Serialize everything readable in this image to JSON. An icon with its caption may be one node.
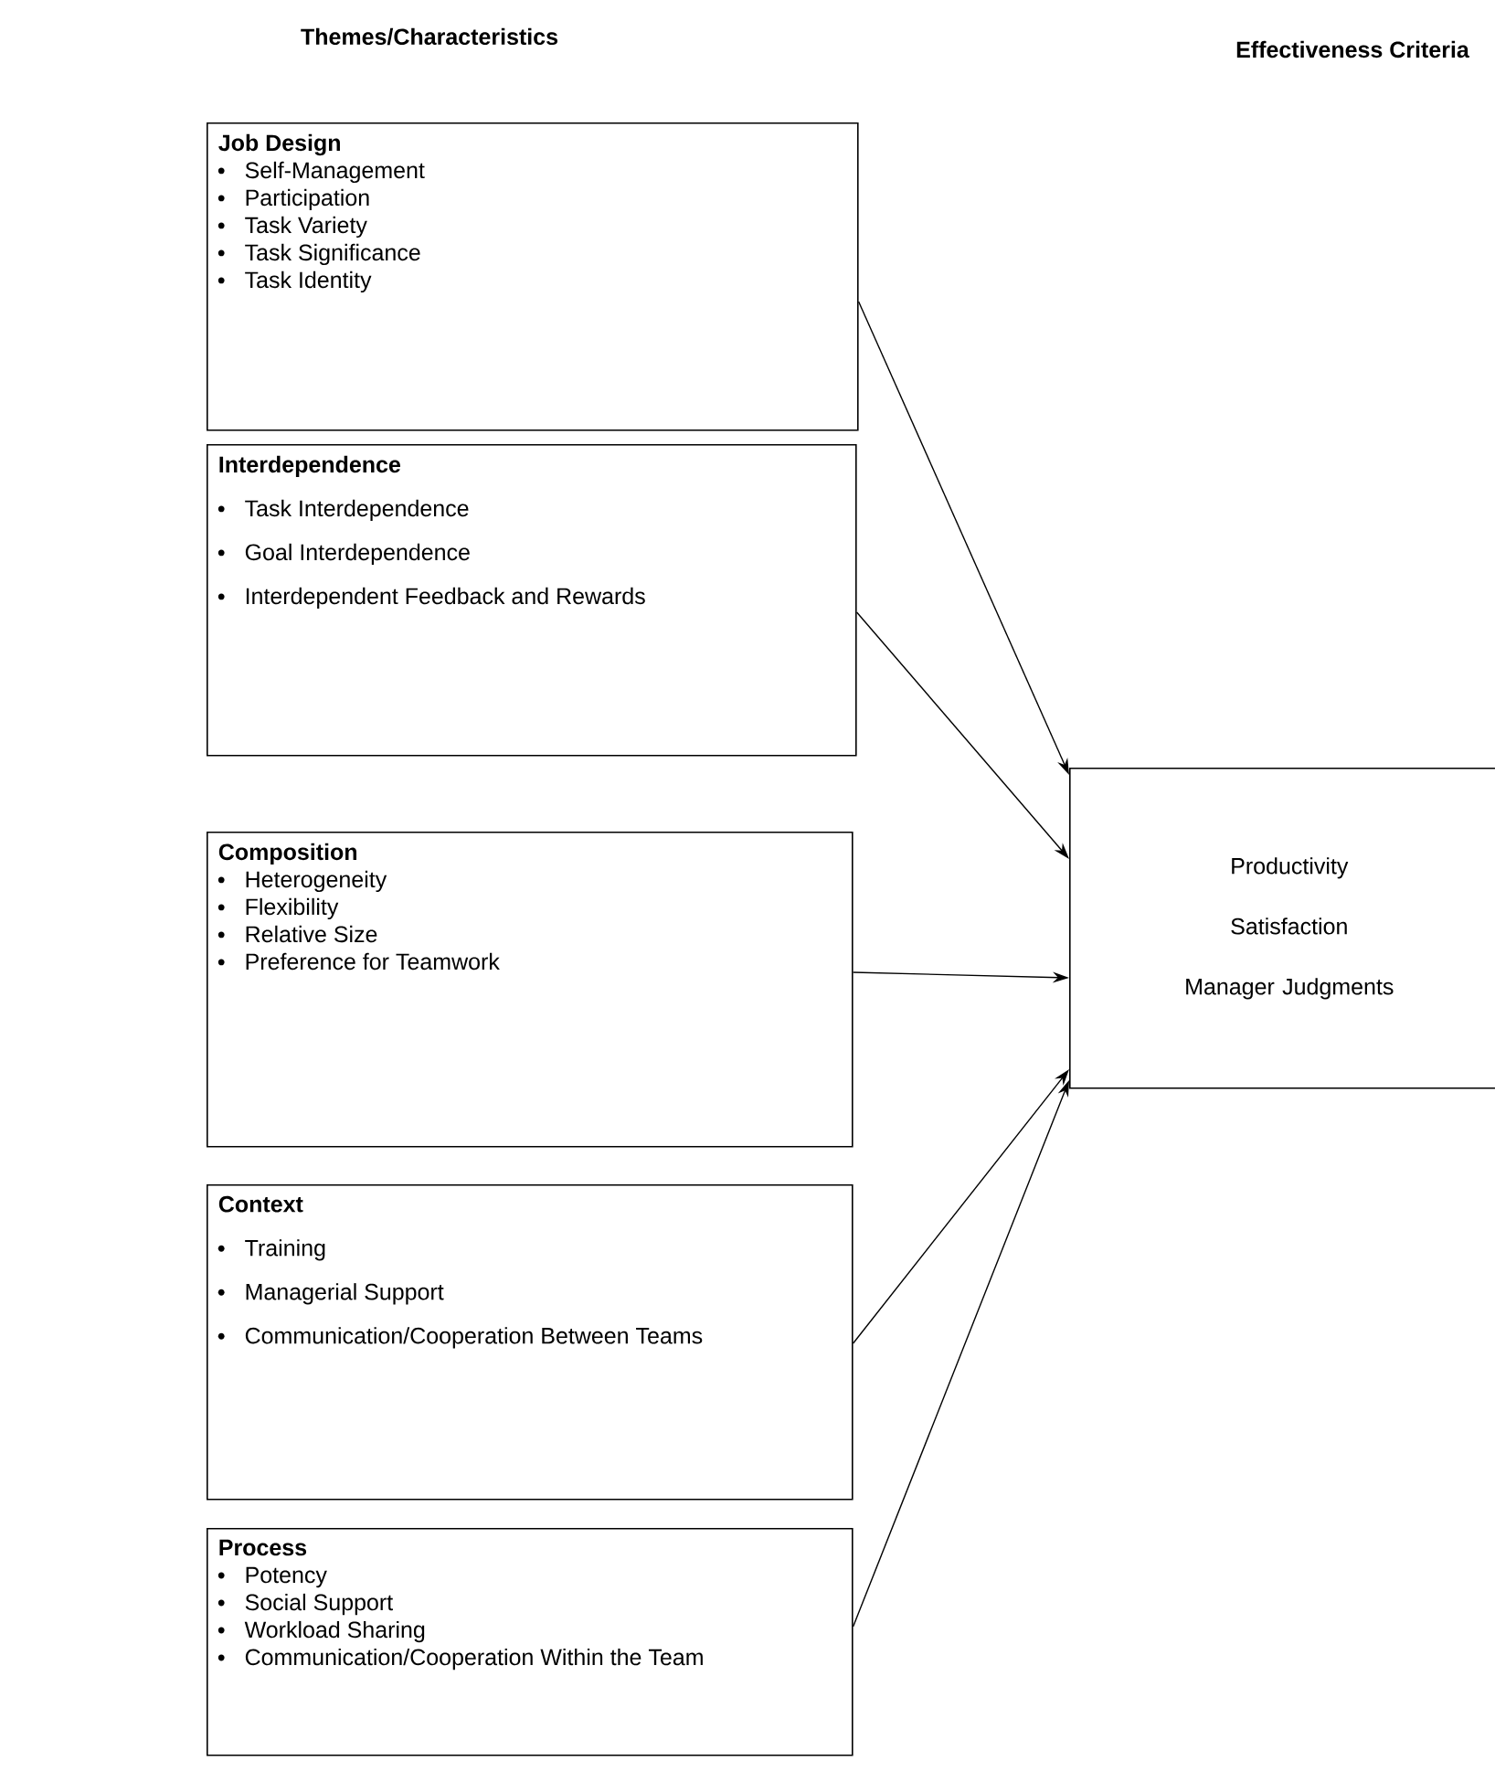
{
  "diagram": {
    "nodes": [
      {
        "text": [
          "Job Design",
          "Self-Management",
          "Participation",
          "Task Variety",
          "Task Significance",
          "Task Identity"
        ]
      },
      {
        "text": [
          "Interdependence",
          "Task Interdependence",
          "Goal Interdependence",
          "Interdependent Feedback and Rewards"
        ]
      },
      {
        "text": [
          "Composition",
          "Heterogeneity",
          "Flexibility",
          "Relative Size",
          "Preference for Teamwork"
        ]
      },
      {
        "text": [
          "Context",
          "Training",
          "Managerial Support",
          "Communication/Cooperation Between Teams"
        ]
      },
      {
        "text": [
          "Process",
          "Potency",
          "Social Support",
          "Workload Sharing",
          "Communication/Cooperation Within the Team"
        ]
      },
      {
        "text": [
          "Productivity",
          "Satisfaction",
          "Manager Judgments"
        ]
      }
    ],
    "edges": [
      {
        "from": 0,
        "to": 5,
        "arrow": "to"
      },
      {
        "from": 1,
        "to": 5,
        "arrow": "to"
      },
      {
        "from": 2,
        "to": 5,
        "arrow": "to"
      },
      {
        "from": 3,
        "to": 5,
        "arrow": "to"
      },
      {
        "from": 4,
        "to": 5,
        "arrow": "to"
      }
    ],
    "labels": [
      "Themes/Characteristics",
      "Effectiveness Criteria"
    ]
  }
}
